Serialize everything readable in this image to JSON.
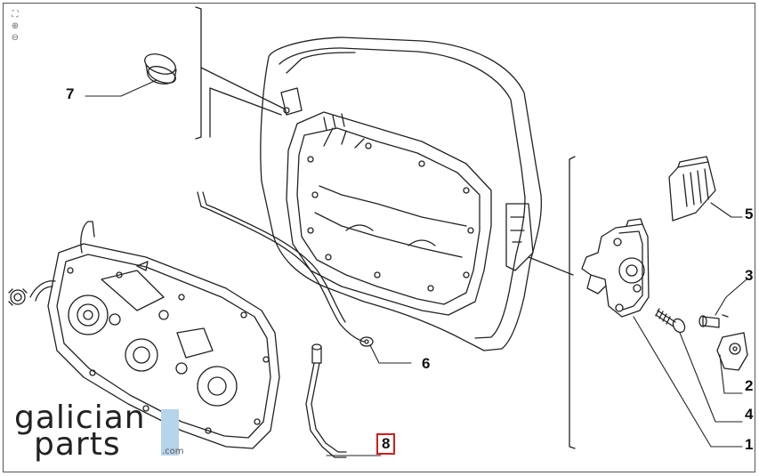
{
  "toolbar": {
    "fit_icon": "fit-to-screen-icon",
    "zoom_in_icon": "zoom-in-icon",
    "zoom_out_icon": "zoom-out-icon",
    "fit_glyph": "⛶",
    "zoom_in_glyph": "⊕",
    "zoom_out_glyph": "⊖"
  },
  "callouts": {
    "p1": "1",
    "p2": "2",
    "p3": "3",
    "p4": "4",
    "p5": "5",
    "p6": "6",
    "p7": "7",
    "p8": "8"
  },
  "highlight_color": "#d11d1d",
  "logo": {
    "line1": "galician",
    "line2": "parts",
    "suffix": ".com"
  }
}
